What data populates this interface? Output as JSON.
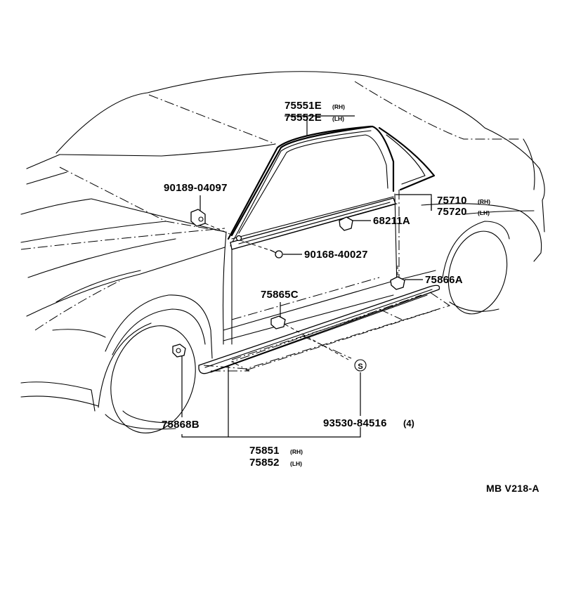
{
  "diagram": {
    "parts": {
      "molding_upper": {
        "number": "75551E",
        "suffix": "(RH)"
      },
      "molding_upper_lh": {
        "number": "75552E",
        "suffix": "(LH)"
      },
      "clip_1": {
        "number": "90189-04097"
      },
      "weatherstrip_rh": {
        "number": "75710",
        "suffix": "(RH)"
      },
      "weatherstrip_lh": {
        "number": "75720",
        "suffix": "(LH)"
      },
      "clip_2": {
        "number": "68211A"
      },
      "screw": {
        "number": "90168-40027"
      },
      "clip_3": {
        "number": "75866A"
      },
      "clip_4": {
        "number": "75865C"
      },
      "clip_5": {
        "number": "75868B"
      },
      "screw_2": {
        "number": "93530-84516",
        "qty": "(4)"
      },
      "rocker_rh": {
        "number": "75851",
        "suffix": "(RH)"
      },
      "rocker_lh": {
        "number": "75852",
        "suffix": "(LH)"
      },
      "marker": {
        "symbol": "S"
      }
    },
    "ref_code": "MB V218-A"
  }
}
